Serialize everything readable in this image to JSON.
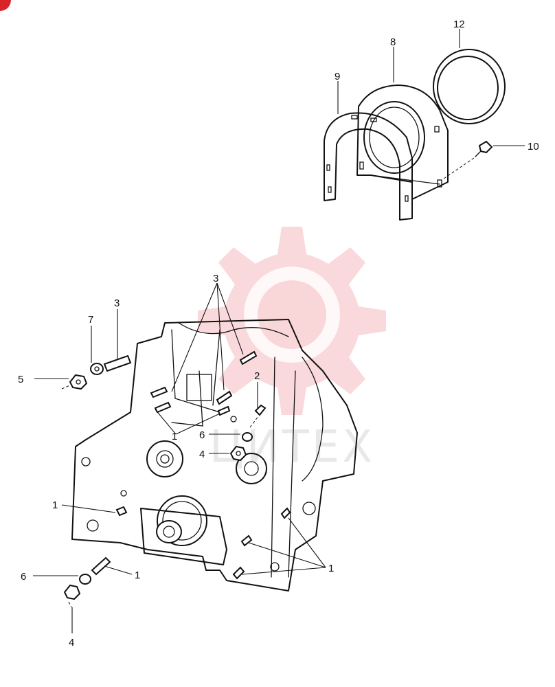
{
  "labels": {
    "l12": "12",
    "l8": "8",
    "l9": "9",
    "l10": "10",
    "l3a": "3",
    "l3b": "3",
    "l7": "7",
    "l5": "5",
    "l2": "2",
    "l1a": "1",
    "l6a": "6",
    "l4a": "4",
    "l1b": "1",
    "l1c": "1",
    "l1d": "1",
    "l6b": "6",
    "l4b": "4"
  },
  "watermark": {
    "text": "ЦИТЕХ",
    "color": "#f4b9bd"
  }
}
